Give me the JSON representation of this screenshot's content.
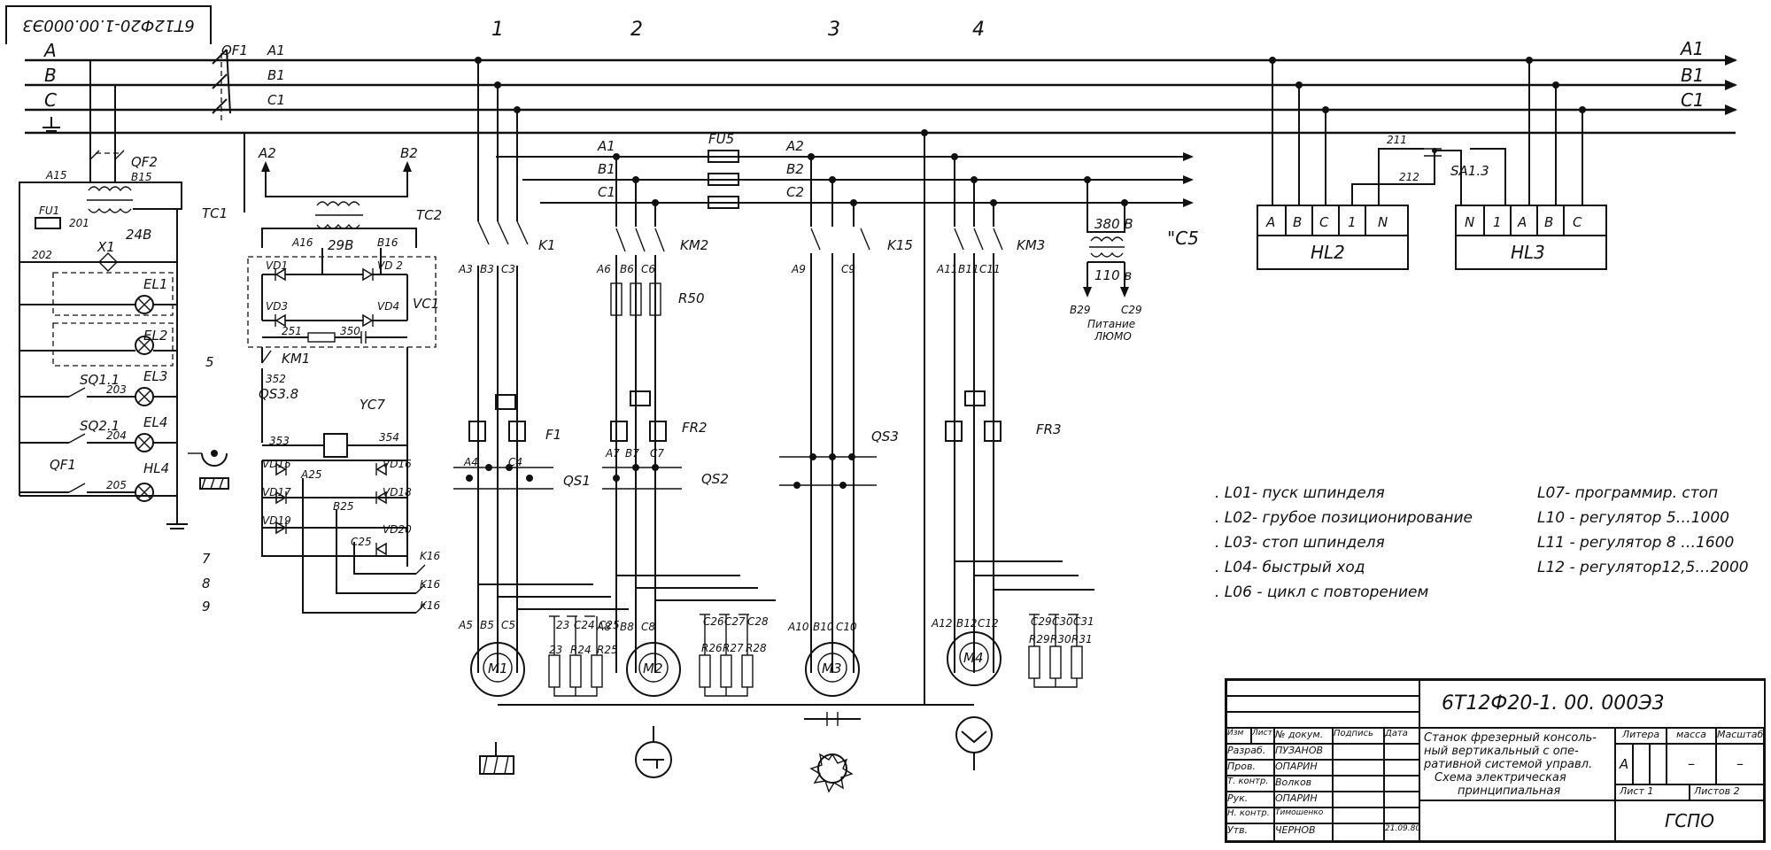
{
  "drawing": {
    "code_corner": "6Т12Ф20-1.00.000Э3",
    "columns": [
      "1",
      "2",
      "3",
      "4"
    ]
  },
  "buses": {
    "phases": [
      "A",
      "B",
      "C"
    ],
    "breaker": "QF1",
    "left_wires": [
      "A1",
      "B1",
      "C1"
    ],
    "right_wires": [
      "A1",
      "B1",
      "C1"
    ],
    "sub_wires": [
      "A1",
      "B1",
      "C1"
    ],
    "sub_wires_right": [
      "A2",
      "B2",
      "C2"
    ],
    "fuse_bank": "FU5",
    "pupitre_wires": [
      "A2",
      "B2"
    ]
  },
  "control": {
    "qf2": "QF2",
    "a15": "A15",
    "b15": "B15",
    "tc1": "TC1",
    "fu1": "FU1",
    "n201": "201",
    "v24": "24В",
    "n202": "202",
    "x1": "X1",
    "el1": "EL1",
    "el2": "EL2",
    "el3": "EL3",
    "el4": "EL4",
    "hl4": "HL4",
    "sq11": "SQ1.1",
    "sq21": "SQ2.1",
    "qf1b": "QF1",
    "n203": "203",
    "n204": "204",
    "n205": "205",
    "n5": "5",
    "n7": "7",
    "n8": "8",
    "n9": "9"
  },
  "rectifier": {
    "tc2": "TC2",
    "v29": "29В",
    "a16": "A16",
    "b16": "B16",
    "vd1": "VD1",
    "vd2": "VD 2",
    "vd3": "VD3",
    "vd4": "VD4",
    "vc1": "VC1",
    "n251": "251",
    "n350": "350",
    "km1": "KM1",
    "n352": "352",
    "qs38": "QS3.8",
    "yc7": "YC7",
    "n353": "353",
    "n354": "354",
    "vd15": "VD15",
    "a25": "A25",
    "vd16": "VD16",
    "vd17": "VD17",
    "vd18": "VD18",
    "b25": "B25",
    "vd19": "VD19",
    "vd20": "VD20",
    "c25": "C25",
    "k16": "K16"
  },
  "motors": [
    {
      "name": "M1",
      "contactor": "K1",
      "relay": "F1",
      "switch": "QS1",
      "top_wires": [
        "A3",
        "B3",
        "C3"
      ],
      "bottom_wires": [
        "A5",
        "B5",
        "C5"
      ],
      "filter": [
        "23",
        "C24",
        "C25",
        "23",
        "R24",
        "R25"
      ],
      "mid_wires": [
        "A4",
        "C4"
      ]
    },
    {
      "name": "M2",
      "contactor": "KM2",
      "relay": "FR2",
      "switch": "QS2",
      "top_wires": [
        "A6",
        "B6",
        "C6"
      ],
      "bottom_wires": [
        "A8",
        "B8",
        "C8"
      ],
      "filter": [
        "C26",
        "C27",
        "C28",
        "R26",
        "R27",
        "R28"
      ],
      "mid_wires": [
        "A7",
        "B7",
        "C7"
      ],
      "resistor": "R50"
    },
    {
      "name": "M3",
      "contactor": "K15",
      "switch": "QS3",
      "top_wires": [
        "A9",
        "C9"
      ],
      "bottom_wires": [
        "A10",
        "B10",
        "C10"
      ]
    },
    {
      "name": "M4",
      "contactor": "KM3",
      "relay": "FR3",
      "top_wires": [
        "A11",
        "B11",
        "C11"
      ],
      "bottom_wires": [
        "A12",
        "B12",
        "C12"
      ],
      "filter": [
        "C29",
        "C30",
        "C31",
        "R29",
        "R30",
        "R31"
      ]
    }
  ],
  "aux_supply": {
    "v380": "380 В",
    "c5": "\"С5",
    "v110": "110 в",
    "b29": "В29",
    "c29": "С29",
    "caption_1": "Питание",
    "caption_2": "ЛЮМО"
  },
  "indicators": {
    "n211": "211",
    "n212": "212",
    "sa": "SA1.3",
    "hl2_pins": [
      "A",
      "B",
      "C",
      "1",
      "N"
    ],
    "hl2": "HL2",
    "hl3_pins": [
      "N",
      "1",
      "A",
      "B",
      "C"
    ],
    "hl3": "HL3"
  },
  "legend": [
    {
      "text": ". L01- пуск шпинделя"
    },
    {
      "text": ". L02- грубое позиционирование"
    },
    {
      "text": ". L03- стоп шпинделя"
    },
    {
      "text": ". L04- быстрый ход"
    },
    {
      "text": ". L06 - цикл с повторением"
    },
    {
      "text": "L07- программир. стоп"
    },
    {
      "text": "L10 - регулятор   5…1000"
    },
    {
      "text": "L11 - регулятор  8 …1600"
    },
    {
      "text": "L12 - регулятор12,5…2000"
    }
  ],
  "title_block": {
    "code": "6Т12Ф20-1. 00. 000Э3",
    "title_1": "Станок фрезерный консоль-",
    "title_2": "ный вертикальный с опе-",
    "title_3": "ративной системой управл.",
    "title_4": "Схема электрическая",
    "title_5": "принципиальная",
    "h_litera": "Литера",
    "h_massa": "масса",
    "h_masshtab": "Масштаб",
    "litera": "А",
    "massa": "–",
    "masshtab": "–",
    "sheet": "Лист 1",
    "sheets": "Листов 2",
    "org": "ГСПО",
    "head": [
      "Изм",
      "Лист",
      "№ докум.",
      "Подпись",
      "Дата"
    ],
    "rows": [
      {
        "role": "Разраб.",
        "name": "ПУЗАНОВ"
      },
      {
        "role": "Пров.",
        "name": "ОПАРИН"
      },
      {
        "role": "Т. контр.",
        "name": "Волков"
      },
      {
        "role": "Рук.",
        "name": "ОПАРИН"
      },
      {
        "role": "Н. контр.",
        "name": "Тимошенко"
      },
      {
        "role": "Утв.",
        "name": "ЧЕРНОВ"
      }
    ],
    "date_last": "21.09.80"
  }
}
